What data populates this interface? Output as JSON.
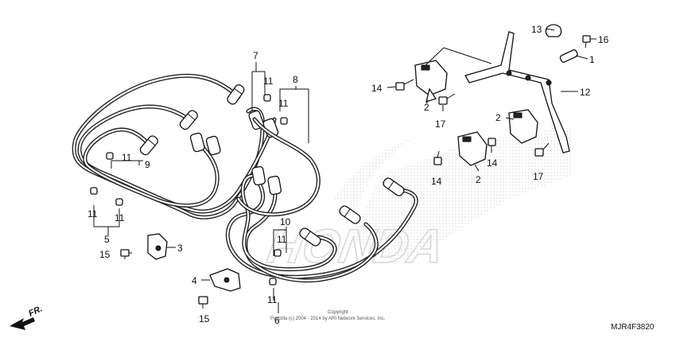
{
  "diagram_code": "MJR4F3820",
  "front_indicator": "FR.",
  "copyright": {
    "line1": "Copyright",
    "line2": "Partzilla (c) 2004 - 2014 by ARI Network Services, Inc."
  },
  "watermark": "HONDA",
  "callouts": [
    {
      "id": "13",
      "label": "13"
    },
    {
      "id": "16",
      "label": "16"
    },
    {
      "id": "1",
      "label": "1"
    },
    {
      "id": "12",
      "label": "12"
    },
    {
      "id": "14a",
      "label": "14"
    },
    {
      "id": "2a",
      "label": "2"
    },
    {
      "id": "17a",
      "label": "17"
    },
    {
      "id": "2b",
      "label": "2"
    },
    {
      "id": "14b",
      "label": "14"
    },
    {
      "id": "2c",
      "label": "2"
    },
    {
      "id": "14c",
      "label": "14"
    },
    {
      "id": "17b",
      "label": "17"
    },
    {
      "id": "7",
      "label": "7"
    },
    {
      "id": "11a",
      "label": "11"
    },
    {
      "id": "8",
      "label": "8"
    },
    {
      "id": "11b",
      "label": "11"
    },
    {
      "id": "11c",
      "label": "11"
    },
    {
      "id": "9",
      "label": "9"
    },
    {
      "id": "11d",
      "label": "11"
    },
    {
      "id": "11e",
      "label": "11"
    },
    {
      "id": "5",
      "label": "5"
    },
    {
      "id": "3",
      "label": "3"
    },
    {
      "id": "15a",
      "label": "15"
    },
    {
      "id": "4",
      "label": "4"
    },
    {
      "id": "15b",
      "label": "15"
    },
    {
      "id": "10",
      "label": "10"
    },
    {
      "id": "11f",
      "label": "11"
    },
    {
      "id": "11g",
      "label": "11"
    },
    {
      "id": "6",
      "label": "6"
    }
  ]
}
